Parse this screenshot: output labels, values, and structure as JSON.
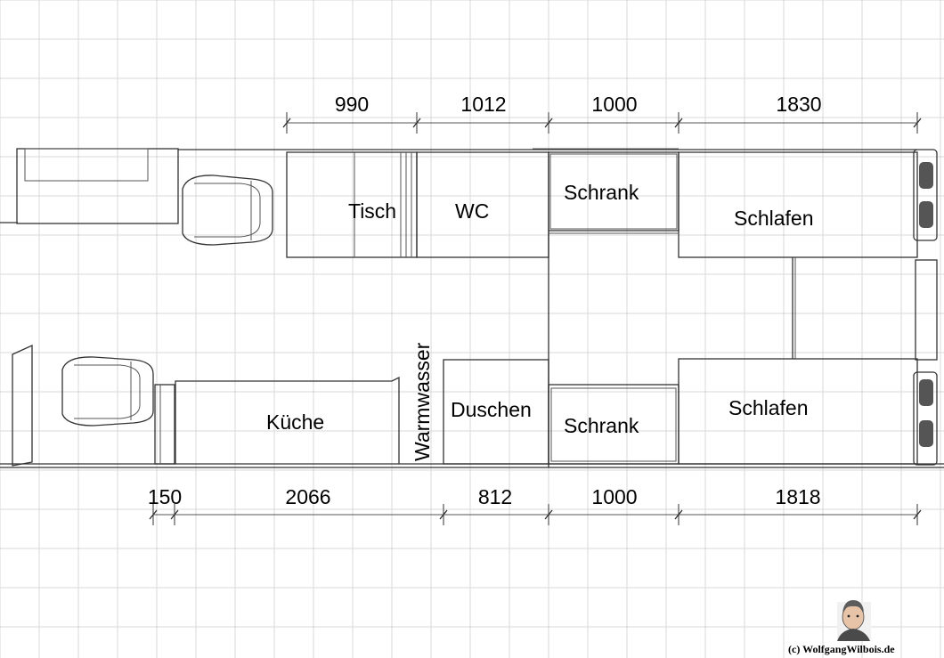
{
  "dimensions_top": [
    "990",
    "1012",
    "1000",
    "1830"
  ],
  "dimensions_bottom": [
    "150",
    "2066",
    "812",
    "1000",
    "1818"
  ],
  "rooms": {
    "tisch": "Tisch",
    "wc": "WC",
    "schrank_top": "Schrank",
    "schlafen_top": "Schlafen",
    "kueche": "Küche",
    "warmwasser": "Warmwasser",
    "duschen": "Duschen",
    "schrank_bottom": "Schrank",
    "schlafen_bottom": "Schlafen"
  },
  "copyright": "(c) WolfgangWilbois.de",
  "colors": {
    "grid": "#d9d9d9",
    "lines": "#333333",
    "background": "#ffffff"
  }
}
